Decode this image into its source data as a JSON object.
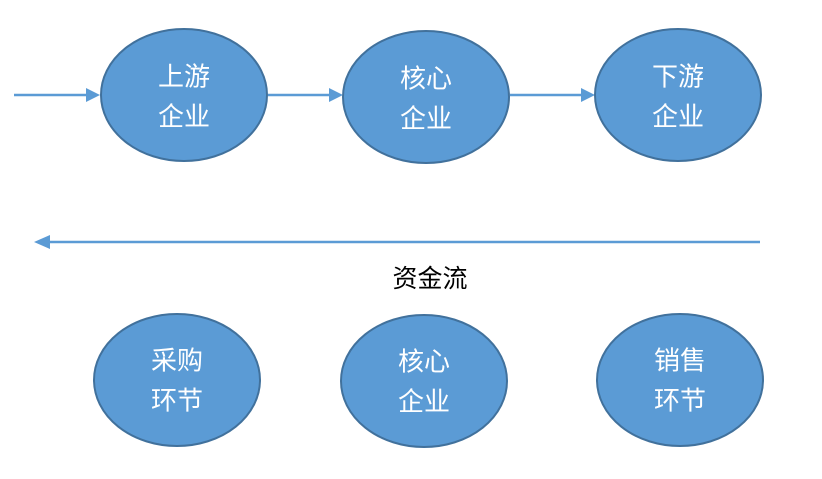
{
  "top_row": [
    {
      "line1": "上游",
      "line2": "企业"
    },
    {
      "line1": "核心",
      "line2": "企业"
    },
    {
      "line1": "下游",
      "line2": "企业"
    }
  ],
  "flow_label": "资金流",
  "bottom_row": [
    {
      "line1": "采购",
      "line2": "环节"
    },
    {
      "line1": "核心",
      "line2": "企业"
    },
    {
      "line1": "销售",
      "line2": "环节"
    }
  ],
  "colors": {
    "node_fill": "#5b9bd5",
    "node_stroke": "#41719c",
    "arrow": "#5b9bd5",
    "node_text": "#ffffff"
  }
}
